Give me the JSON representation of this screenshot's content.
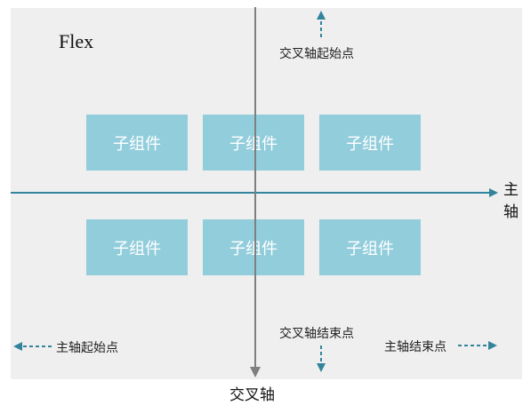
{
  "title": "Flex",
  "child_label": "子组件",
  "children": [
    "子组件",
    "子组件",
    "子组件",
    "子组件",
    "子组件",
    "子组件"
  ],
  "main_axis": {
    "label_top": "主",
    "label_bottom": "轴",
    "color": "#31849b"
  },
  "cross_axis": {
    "label": "交叉轴",
    "color": "#7f7f7f"
  },
  "annotations": {
    "cross_start": "交叉轴起始点",
    "cross_end": "交叉轴结束点",
    "main_start": "主轴起始点",
    "main_end": "主轴结束点"
  },
  "colors": {
    "box": "#92cddc",
    "panel": "#efefef",
    "arrow": "#31849b"
  }
}
